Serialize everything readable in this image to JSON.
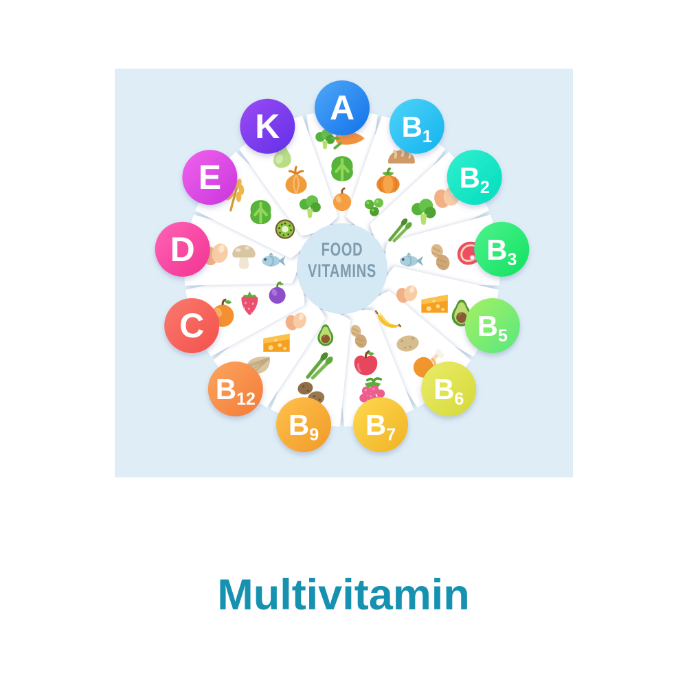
{
  "page": {
    "background": "#ffffff"
  },
  "panel": {
    "background": "#dfeef6"
  },
  "title": {
    "text": "Multivitamin",
    "color": "#1791b0"
  },
  "wheel": {
    "center": {
      "line1": "FOOD",
      "line2": "VITAMINS",
      "text_color": "#7d9cb0",
      "circle_color": "#d4e9f4"
    },
    "wedge_color": "#ffffff",
    "gap_shadow_color": "#5a6aa0",
    "segments": [
      {
        "id": "A",
        "label": "A",
        "sub": "",
        "color_start": "#4FA8F8",
        "color_end": "#1272EA",
        "foods": [
          "broccoli",
          "carrot",
          "lettuce",
          "apricot"
        ]
      },
      {
        "id": "B1",
        "label": "B",
        "sub": "1",
        "color_start": "#4ED3F8",
        "color_end": "#14B3EE",
        "foods": [
          "bread",
          "pumpkin",
          "peas"
        ]
      },
      {
        "id": "B2",
        "label": "B",
        "sub": "2",
        "color_start": "#33F0CE",
        "color_end": "#00DDBE",
        "foods": [
          "egg",
          "broccoli",
          "asparagus"
        ]
      },
      {
        "id": "B3",
        "label": "B",
        "sub": "3",
        "color_start": "#4FF28E",
        "color_end": "#10E160",
        "foods": [
          "meat",
          "peanut",
          "fish"
        ]
      },
      {
        "id": "B5",
        "label": "B",
        "sub": "5",
        "color_start": "#A6F063",
        "color_end": "#57E87E",
        "foods": [
          "avocado",
          "cheese",
          "egg"
        ]
      },
      {
        "id": "B6",
        "label": "B",
        "sub": "6",
        "color_start": "#EAEC6A",
        "color_end": "#D5D938",
        "foods": [
          "chicken-leg",
          "potato",
          "banana"
        ]
      },
      {
        "id": "B7",
        "label": "B",
        "sub": "7",
        "color_start": "#FFD94F",
        "color_end": "#F0B224",
        "foods": [
          "raspberry",
          "apple",
          "peanut"
        ]
      },
      {
        "id": "B9",
        "label": "B",
        "sub": "9",
        "color_start": "#FFC14C",
        "color_end": "#F09A28",
        "foods": [
          "potatoes",
          "asparagus",
          "avocado"
        ]
      },
      {
        "id": "B12",
        "label": "B",
        "sub": "12",
        "color_start": "#FDA55F",
        "color_end": "#F27B36",
        "foods": [
          "oyster",
          "cheese",
          "egg"
        ]
      },
      {
        "id": "C",
        "label": "C",
        "sub": "",
        "color_start": "#FA7A6E",
        "color_end": "#F3504B",
        "foods": [
          "orange",
          "strawberry",
          "plum"
        ]
      },
      {
        "id": "D",
        "label": "D",
        "sub": "",
        "color_start": "#FF63B8",
        "color_end": "#F23390",
        "foods": [
          "egg",
          "mushroom",
          "fish"
        ]
      },
      {
        "id": "E",
        "label": "E",
        "sub": "",
        "color_start": "#F063EC",
        "color_end": "#C935DC",
        "foods": [
          "wheat",
          "lettuce",
          "kiwi"
        ]
      },
      {
        "id": "K",
        "label": "K",
        "sub": "",
        "color_start": "#9B4BF5",
        "color_end": "#6130E6",
        "foods": [
          "pear",
          "onion",
          "broccoli"
        ]
      }
    ]
  }
}
